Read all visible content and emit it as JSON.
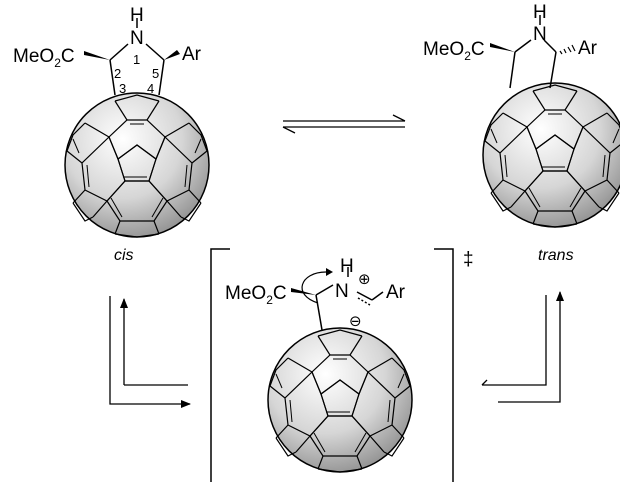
{
  "molecules": {
    "cis": {
      "ester_prefix": "MeO",
      "ester_sub": "2",
      "ester_suffix": "C",
      "nh_h": "H",
      "nh_n": "N",
      "aryl": "Ar",
      "atom_numbers": [
        "1",
        "2",
        "3",
        "4",
        "5"
      ],
      "label": "cis"
    },
    "trans": {
      "ester_prefix": "MeO",
      "ester_sub": "2",
      "ester_suffix": "C",
      "nh_h": "H",
      "nh_n": "N",
      "aryl": "Ar",
      "label": "trans"
    },
    "intermediate": {
      "ester_prefix": "MeO",
      "ester_sub": "2",
      "ester_suffix": "C",
      "nh_h": "H",
      "nh_n": "N",
      "cation": "⊕",
      "aryl": "Ar",
      "anion": "⊖",
      "ts_symbol": "‡"
    }
  }
}
